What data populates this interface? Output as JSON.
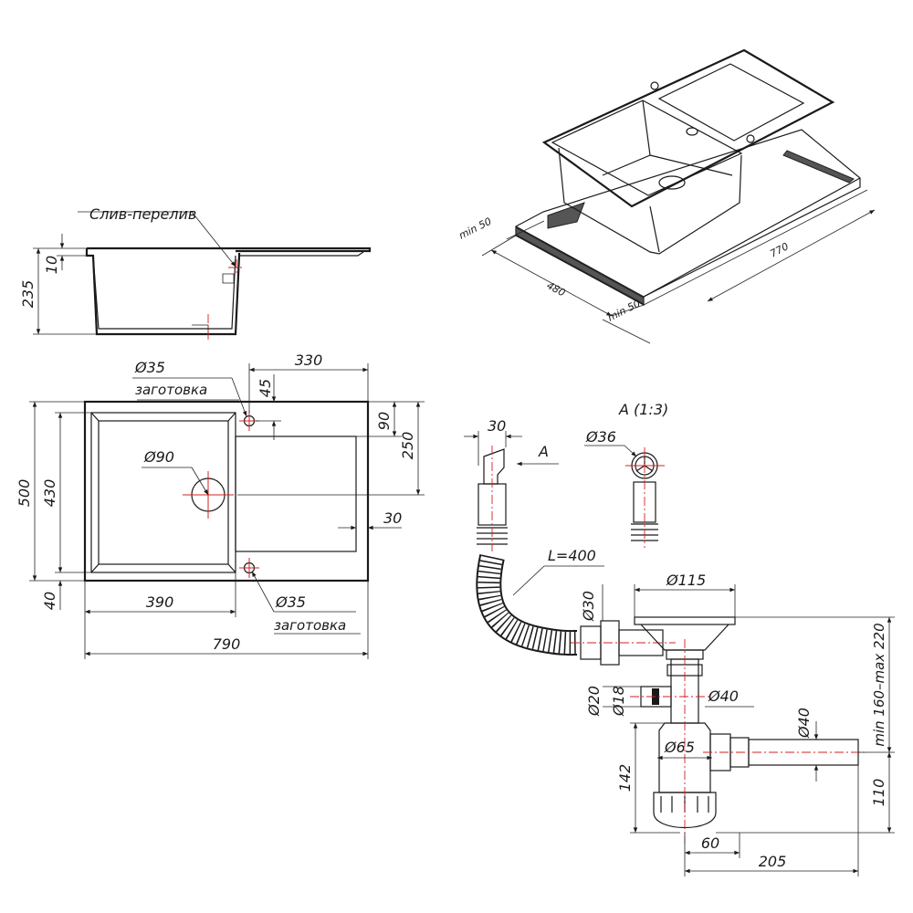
{
  "side_view": {
    "label_overflow": "Слив-перелив",
    "dim_height": "235",
    "dim_rim": "10"
  },
  "iso_view": {
    "dim_min50_left": "min 50",
    "dim_width": "480",
    "dim_min50_right": "min 50",
    "dim_length": "770"
  },
  "top_view": {
    "dim_hole_dia_top": "Ø35",
    "label_blank_top": "заготовка",
    "dim_45": "45",
    "dim_330": "330",
    "dim_90": "90",
    "dim_250": "250",
    "dim_drain_dia": "Ø90",
    "dim_500": "500",
    "dim_430": "430",
    "dim_30": "30",
    "dim_40": "40",
    "dim_390": "390",
    "dim_hole_dia_bottom": "Ø35",
    "label_blank_bottom": "заготовка",
    "dim_790": "790"
  },
  "siphon_view": {
    "dim_overflow_width": "30",
    "label_view_a": "A",
    "title_detail_a": "A (1:3)",
    "dim_detail_dia": "Ø36",
    "label_hose_length": "L=400",
    "dim_strainer_dia": "Ø115",
    "dim_overflow_dia": "Ø30",
    "dim_height_range": "min 160–max 220",
    "dim_inlet_outer": "Ø20",
    "dim_inlet_inner": "Ø18",
    "dim_branch_dia": "Ø40",
    "dim_outlet_dia": "Ø40",
    "dim_142": "142",
    "dim_body_dia": "Ø65",
    "dim_110": "110",
    "dim_60": "60",
    "dim_205": "205"
  }
}
